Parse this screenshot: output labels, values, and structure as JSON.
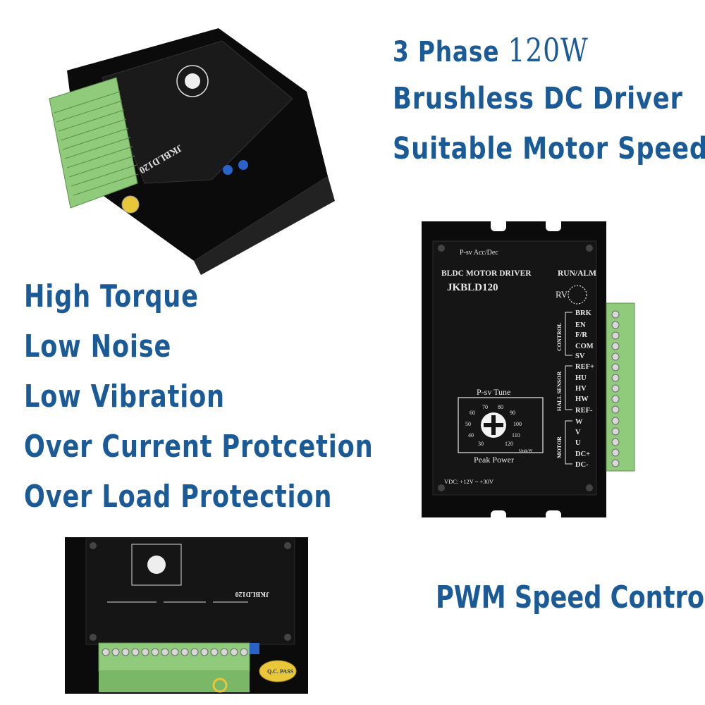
{
  "headline": {
    "line1_prefix": "3 Phase ",
    "line1_power": "120W",
    "line2": "Brushless DC Driver",
    "line3": "Suitable Motor Speed:"
  },
  "features": [
    "High Torque",
    "Low Noise",
    "Low Vibration",
    "Over Current Protcetion",
    "Over Load Protection"
  ],
  "footer_feature": "PWM Speed Control",
  "driver": {
    "accel_label": "P-sv  Acc/Dec",
    "title": "BLDC MOTOR DRIVER",
    "run_alm": "RUN/ALM",
    "model": "JKBLD120",
    "rv": "RV",
    "control_group": "CONTROL",
    "control_pins": [
      "BRK",
      "EN",
      "F/R",
      "COM",
      "SV"
    ],
    "hall_group": "HALL SENSOR",
    "hall_pins": [
      "REF+",
      "HU",
      "HV",
      "HW",
      "REF-"
    ],
    "motor_group": "MOTOR",
    "motor_pins": [
      "W",
      "V",
      "U",
      "DC+",
      "DC-"
    ],
    "tune_label": "P-sv Tune",
    "dial_values": [
      "70",
      "80",
      "90",
      "60",
      "100",
      "50",
      "110",
      "40",
      "30",
      "120"
    ],
    "unit": "Unit:W",
    "peak_power": "Peak Power",
    "vdc": "VDC: +12V ~ +30V",
    "qc_badge": "Q.C. PASS"
  },
  "colors": {
    "headline": "#1a5a96",
    "body": "#151515",
    "terminal": "#8fcb7a"
  }
}
